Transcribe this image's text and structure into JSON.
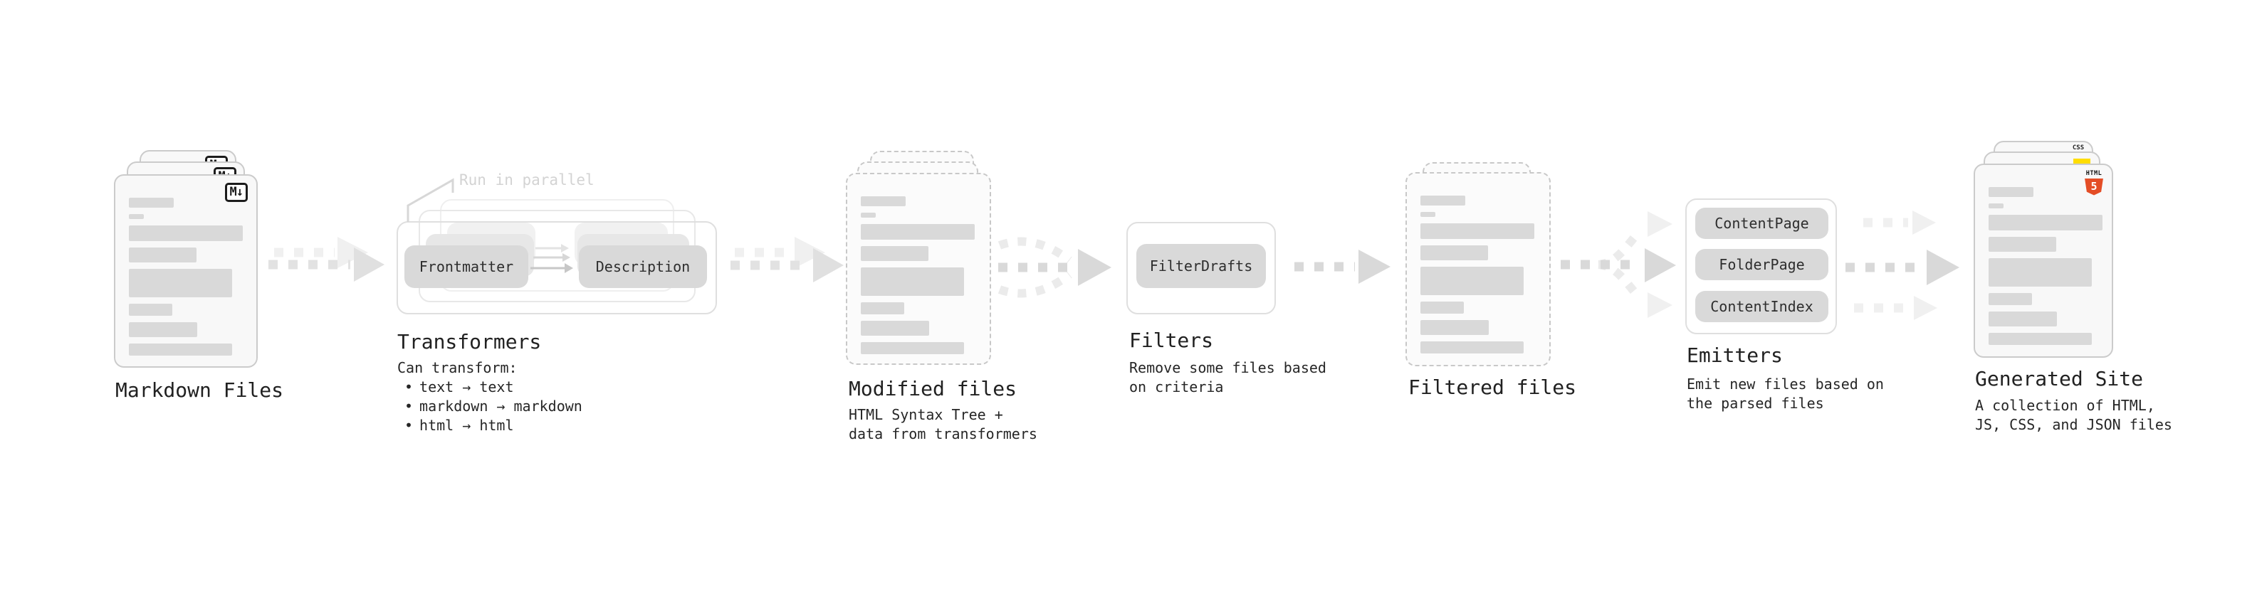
{
  "diagram": {
    "markdown_files": {
      "label": "Markdown Files",
      "file_badge": "M↓"
    },
    "transformers": {
      "label": "Transformers",
      "callout": "Run in parallel",
      "pill_left": "Frontmatter",
      "pill_right": "Description",
      "description_heading": "Can transform:",
      "bullet_char": "•",
      "bullets": [
        "text → text",
        "markdown → markdown",
        "html → html"
      ]
    },
    "modified_files": {
      "label": "Modified files",
      "sublabel": "HTML Syntax Tree +\ndata from transformers"
    },
    "filters": {
      "label": "Filters",
      "pill": "FilterDrafts",
      "sublabel": "Remove some files based\non criteria"
    },
    "filtered_files": {
      "label": "Filtered files"
    },
    "emitters": {
      "label": "Emitters",
      "pills": [
        "ContentPage",
        "FolderPage",
        "ContentIndex"
      ],
      "sublabel": "Emit new files based on\nthe parsed files"
    },
    "generated_site": {
      "label": "Generated Site",
      "sublabel": "A collection of HTML,\nJS, CSS, and JSON files",
      "css_badge": "CSS",
      "html_badge_word": "HTML",
      "html_badge_number": "5"
    },
    "brand_colors": {
      "html5_orange": "#e44d26",
      "js_yellow": "#ffdd00",
      "css_blue": "#2c63e7"
    }
  }
}
